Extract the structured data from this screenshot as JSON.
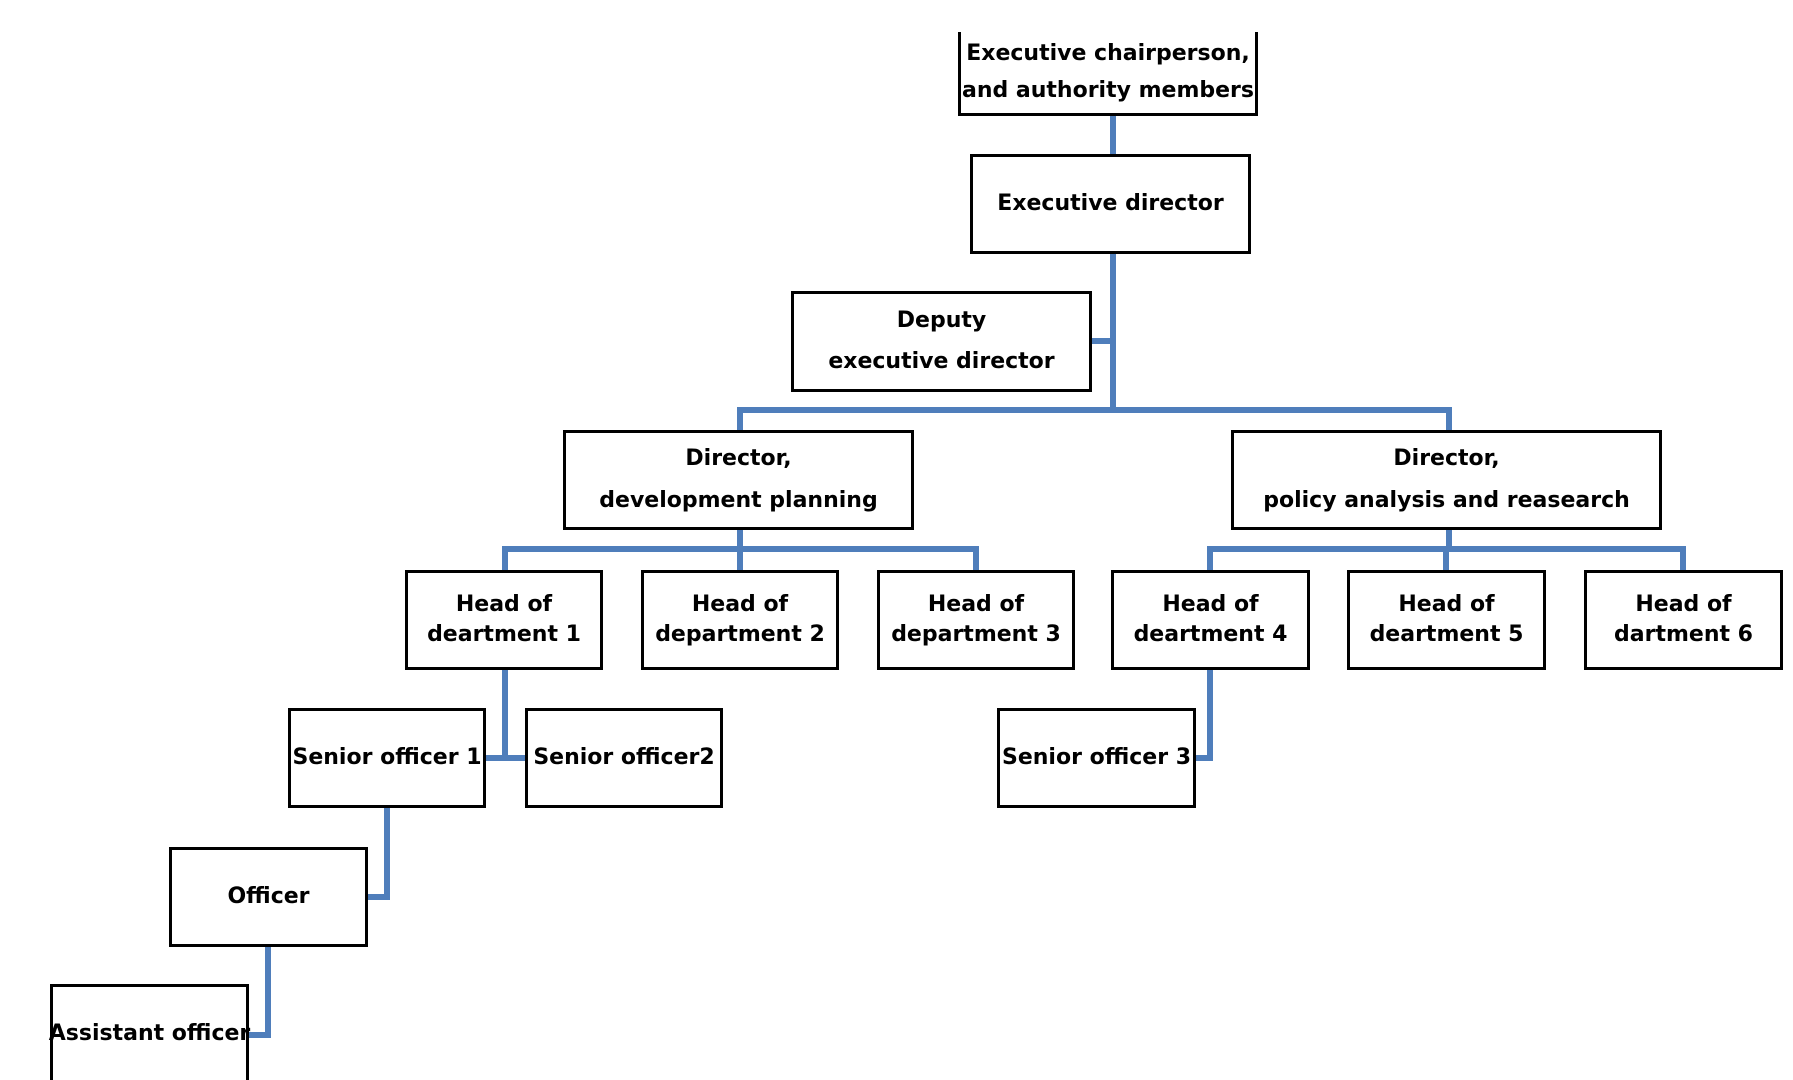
{
  "colors": {
    "connector": "#4f7ebb",
    "box_border": "#000000",
    "box_fill": "#ffffff",
    "text": "#000000",
    "background": "#ffffff"
  },
  "nodes": {
    "exec_chair": {
      "lines": [
        "Executive chairperson,",
        "and authority  members"
      ]
    },
    "exec_dir": {
      "lines": [
        "Executive director"
      ]
    },
    "deputy": {
      "lines": [
        "Deputy",
        "executive director"
      ]
    },
    "dir_dev": {
      "lines": [
        "Director,",
        "development  planning"
      ]
    },
    "dir_policy": {
      "lines": [
        "Director,",
        "policy analysis and reasearch"
      ]
    },
    "hod1": {
      "lines": [
        "Head of",
        "deartment  1"
      ]
    },
    "hod2": {
      "lines": [
        "Head of",
        "department  2"
      ]
    },
    "hod3": {
      "lines": [
        "Head of",
        "department  3"
      ]
    },
    "hod4": {
      "lines": [
        "Head of",
        "deartment  4"
      ]
    },
    "hod5": {
      "lines": [
        "Head of",
        "deartment  5"
      ]
    },
    "hod6": {
      "lines": [
        "Head of",
        "dartment  6"
      ]
    },
    "senior1": {
      "lines": [
        "Senior officer 1"
      ]
    },
    "senior2": {
      "lines": [
        "Senior officer2"
      ]
    },
    "senior3": {
      "lines": [
        "Senior officer 3"
      ]
    },
    "officer": {
      "lines": [
        "Officer"
      ]
    },
    "assistant": {
      "lines": [
        "Assistant officer"
      ]
    }
  }
}
